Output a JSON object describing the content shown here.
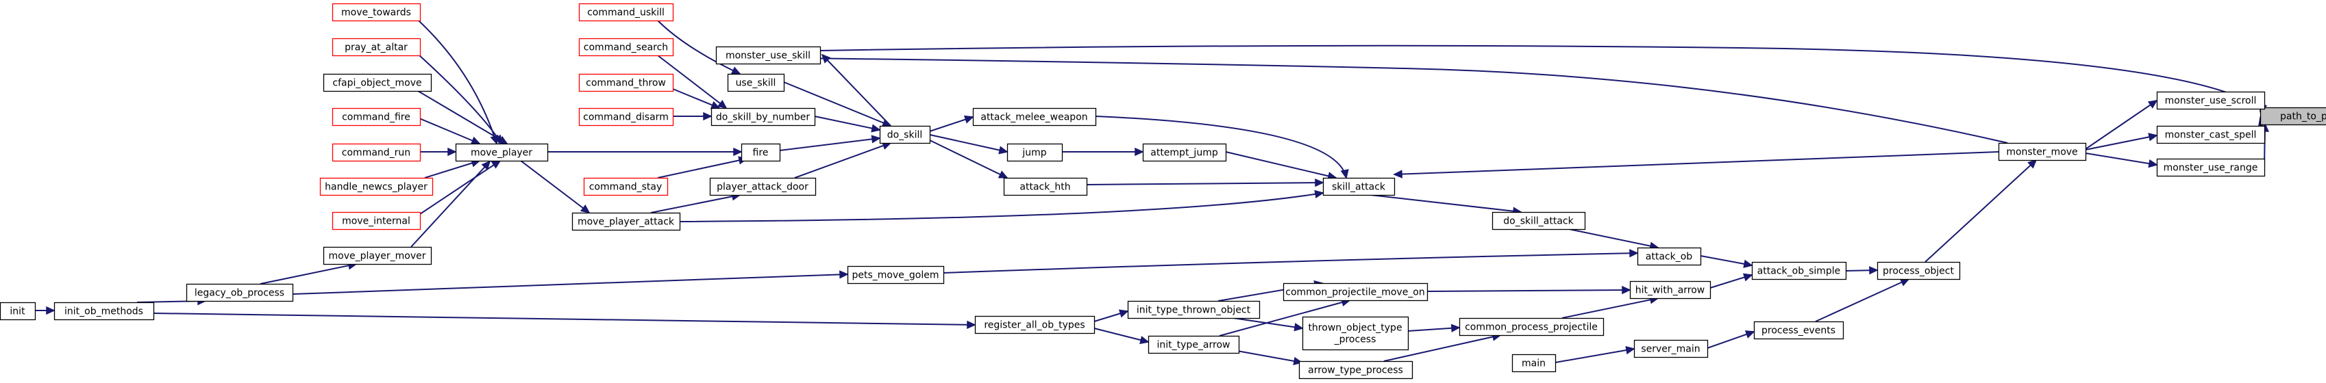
{
  "colors": {
    "edge": "#191970",
    "node_border": "#000000",
    "external_border": "#ff0000",
    "highlight_fill": "#bfbfbf",
    "node_fill": "#ffffff"
  },
  "nodes": {
    "path_to_player": {
      "label": [
        "path_to_player"
      ],
      "kind": "highlight"
    },
    "monster_use_skill": {
      "label": [
        "monster_use_skill"
      ],
      "kind": "normal"
    },
    "monster_use_scroll": {
      "label": [
        "monster_use_scroll"
      ],
      "kind": "normal"
    },
    "monster_cast_spell": {
      "label": [
        "monster_cast_spell"
      ],
      "kind": "normal"
    },
    "monster_use_range": {
      "label": [
        "monster_use_range"
      ],
      "kind": "normal"
    },
    "monster_move": {
      "label": [
        "monster_move"
      ],
      "kind": "normal"
    },
    "skill_attack": {
      "label": [
        "skill_attack"
      ],
      "kind": "normal"
    },
    "process_object": {
      "label": [
        "process_object"
      ],
      "kind": "normal"
    },
    "process_events": {
      "label": [
        "process_events"
      ],
      "kind": "normal"
    },
    "attack_ob_simple": {
      "label": [
        "attack_ob_simple"
      ],
      "kind": "normal"
    },
    "attack_ob": {
      "label": [
        "attack_ob"
      ],
      "kind": "normal"
    },
    "hit_with_arrow": {
      "label": [
        "hit_with_arrow"
      ],
      "kind": "normal"
    },
    "do_skill_attack": {
      "label": [
        "do_skill_attack"
      ],
      "kind": "normal"
    },
    "server_main": {
      "label": [
        "server_main"
      ],
      "kind": "normal"
    },
    "main": {
      "label": [
        "main"
      ],
      "kind": "normal"
    },
    "common_process_projectile": {
      "label": [
        "common_process_projectile"
      ],
      "kind": "normal"
    },
    "common_projectile_move_on": {
      "label": [
        "common_projectile_move_on"
      ],
      "kind": "normal"
    },
    "thrown_object_type_process": {
      "label": [
        "thrown_object_type",
        "_process"
      ],
      "kind": "normal"
    },
    "arrow_type_process": {
      "label": [
        "arrow_type_process"
      ],
      "kind": "normal"
    },
    "init_type_thrown_object": {
      "label": [
        "init_type_thrown_object"
      ],
      "kind": "normal"
    },
    "init_type_arrow": {
      "label": [
        "init_type_arrow"
      ],
      "kind": "normal"
    },
    "register_all_ob_types": {
      "label": [
        "register_all_ob_types"
      ],
      "kind": "normal"
    },
    "pets_move_golem": {
      "label": [
        "pets_move_golem"
      ],
      "kind": "normal"
    },
    "init_ob_methods": {
      "label": [
        "init_ob_methods"
      ],
      "kind": "normal"
    },
    "init": {
      "label": [
        "init"
      ],
      "kind": "normal"
    },
    "legacy_ob_process": {
      "label": [
        "legacy_ob_process"
      ],
      "kind": "normal"
    },
    "move_player_mover": {
      "label": [
        "move_player_mover"
      ],
      "kind": "normal"
    },
    "move_player": {
      "label": [
        "move_player"
      ],
      "kind": "normal"
    },
    "move_player_attack": {
      "label": [
        "move_player_attack"
      ],
      "kind": "normal"
    },
    "player_attack_door": {
      "label": [
        "player_attack_door"
      ],
      "kind": "normal"
    },
    "command_stay": {
      "label": [
        "command_stay"
      ],
      "kind": "external"
    },
    "fire": {
      "label": [
        "fire"
      ],
      "kind": "normal"
    },
    "do_skill": {
      "label": [
        "do_skill"
      ],
      "kind": "normal"
    },
    "attack_melee_weapon": {
      "label": [
        "attack_melee_weapon"
      ],
      "kind": "normal"
    },
    "jump": {
      "label": [
        "jump"
      ],
      "kind": "normal"
    },
    "attempt_jump": {
      "label": [
        "attempt_jump"
      ],
      "kind": "normal"
    },
    "attack_hth": {
      "label": [
        "attack_hth"
      ],
      "kind": "normal"
    },
    "use_skill": {
      "label": [
        "use_skill"
      ],
      "kind": "normal"
    },
    "do_skill_by_number": {
      "label": [
        "do_skill_by_number"
      ],
      "kind": "normal"
    },
    "command_uskill": {
      "label": [
        "command_uskill"
      ],
      "kind": "external"
    },
    "command_search": {
      "label": [
        "command_search"
      ],
      "kind": "external"
    },
    "command_throw": {
      "label": [
        "command_throw"
      ],
      "kind": "external"
    },
    "command_disarm": {
      "label": [
        "command_disarm"
      ],
      "kind": "external"
    },
    "move_towards": {
      "label": [
        "move_towards"
      ],
      "kind": "external"
    },
    "pray_at_altar": {
      "label": [
        "pray_at_altar"
      ],
      "kind": "external"
    },
    "cfapi_object_move": {
      "label": [
        "cfapi_object_move"
      ],
      "kind": "normal"
    },
    "command_fire": {
      "label": [
        "command_fire"
      ],
      "kind": "external"
    },
    "command_run": {
      "label": [
        "command_run"
      ],
      "kind": "external"
    },
    "handle_newcs_player": {
      "label": [
        "handle_newcs_player"
      ],
      "kind": "external"
    },
    "move_internal": {
      "label": [
        "move_internal"
      ],
      "kind": "external"
    }
  },
  "edges": [
    {
      "from": "monster_use_skill",
      "to": "path_to_player"
    },
    {
      "from": "monster_use_scroll",
      "to": "path_to_player"
    },
    {
      "from": "monster_cast_spell",
      "to": "path_to_player"
    },
    {
      "from": "monster_use_range",
      "to": "path_to_player"
    },
    {
      "from": "monster_move",
      "to": "monster_use_scroll"
    },
    {
      "from": "monster_move",
      "to": "monster_cast_spell"
    },
    {
      "from": "monster_move",
      "to": "monster_use_range"
    },
    {
      "from": "monster_move",
      "to": "monster_use_skill"
    },
    {
      "from": "monster_move",
      "to": "skill_attack"
    },
    {
      "from": "process_object",
      "to": "monster_move"
    },
    {
      "from": "process_events",
      "to": "process_object"
    },
    {
      "from": "attack_ob_simple",
      "to": "process_object"
    },
    {
      "from": "server_main",
      "to": "process_events"
    },
    {
      "from": "main",
      "to": "server_main"
    },
    {
      "from": "attack_ob",
      "to": "attack_ob_simple"
    },
    {
      "from": "hit_with_arrow",
      "to": "attack_ob_simple"
    },
    {
      "from": "do_skill_attack",
      "to": "attack_ob"
    },
    {
      "from": "pets_move_golem",
      "to": "attack_ob"
    },
    {
      "from": "skill_attack",
      "to": "do_skill_attack"
    },
    {
      "from": "common_process_projectile",
      "to": "hit_with_arrow"
    },
    {
      "from": "common_projectile_move_on",
      "to": "hit_with_arrow"
    },
    {
      "from": "thrown_object_type_process",
      "to": "common_process_projectile"
    },
    {
      "from": "arrow_type_process",
      "to": "common_process_projectile"
    },
    {
      "from": "init_type_thrown_object",
      "to": "thrown_object_type_process"
    },
    {
      "from": "init_type_thrown_object",
      "to": "common_projectile_move_on"
    },
    {
      "from": "init_type_arrow",
      "to": "common_projectile_move_on"
    },
    {
      "from": "init_type_arrow",
      "to": "arrow_type_process"
    },
    {
      "from": "register_all_ob_types",
      "to": "init_type_thrown_object"
    },
    {
      "from": "register_all_ob_types",
      "to": "init_type_arrow"
    },
    {
      "from": "init_ob_methods",
      "to": "register_all_ob_types"
    },
    {
      "from": "init",
      "to": "init_ob_methods"
    },
    {
      "from": "legacy_ob_process",
      "to": "pets_move_golem"
    },
    {
      "from": "init_ob_methods",
      "to": "legacy_ob_process"
    },
    {
      "from": "legacy_ob_process",
      "to": "move_player_mover"
    },
    {
      "from": "move_player_mover",
      "to": "move_player"
    },
    {
      "from": "attack_melee_weapon",
      "to": "skill_attack"
    },
    {
      "from": "attempt_jump",
      "to": "skill_attack"
    },
    {
      "from": "attack_hth",
      "to": "skill_attack"
    },
    {
      "from": "move_player_attack",
      "to": "skill_attack"
    },
    {
      "from": "do_skill",
      "to": "attack_melee_weapon"
    },
    {
      "from": "do_skill",
      "to": "jump"
    },
    {
      "from": "jump",
      "to": "attempt_jump"
    },
    {
      "from": "do_skill",
      "to": "attack_hth"
    },
    {
      "from": "do_skill",
      "to": "monster_use_skill"
    },
    {
      "from": "use_skill",
      "to": "do_skill"
    },
    {
      "from": "do_skill_by_number",
      "to": "do_skill"
    },
    {
      "from": "fire",
      "to": "do_skill"
    },
    {
      "from": "player_attack_door",
      "to": "do_skill"
    },
    {
      "from": "command_uskill",
      "to": "use_skill"
    },
    {
      "from": "command_search",
      "to": "do_skill_by_number"
    },
    {
      "from": "command_throw",
      "to": "do_skill_by_number"
    },
    {
      "from": "command_disarm",
      "to": "do_skill_by_number"
    },
    {
      "from": "move_player",
      "to": "fire"
    },
    {
      "from": "command_stay",
      "to": "fire"
    },
    {
      "from": "move_player_attack",
      "to": "player_attack_door"
    },
    {
      "from": "move_player",
      "to": "move_player_attack"
    },
    {
      "from": "move_towards",
      "to": "move_player"
    },
    {
      "from": "pray_at_altar",
      "to": "move_player"
    },
    {
      "from": "cfapi_object_move",
      "to": "move_player"
    },
    {
      "from": "command_fire",
      "to": "move_player"
    },
    {
      "from": "command_run",
      "to": "move_player"
    },
    {
      "from": "handle_newcs_player",
      "to": "move_player"
    },
    {
      "from": "move_internal",
      "to": "move_player"
    }
  ]
}
